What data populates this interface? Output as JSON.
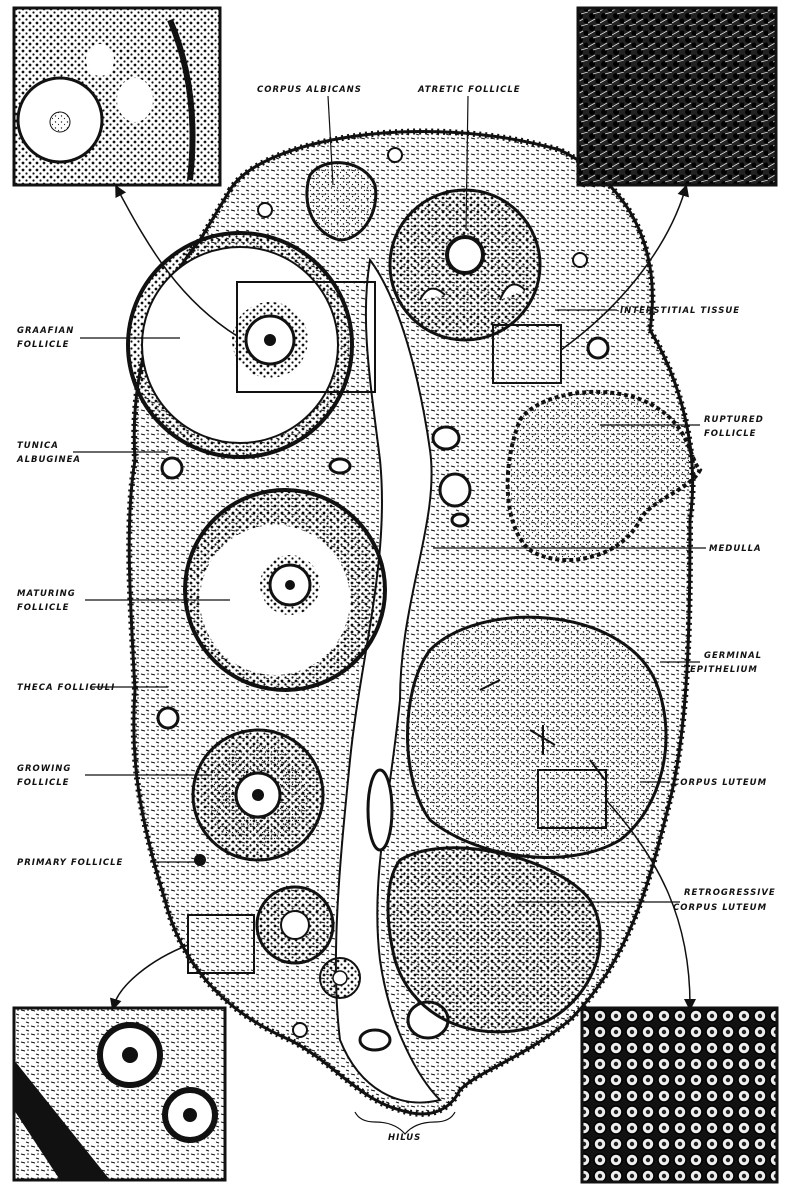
{
  "labels": {
    "corpus_albicans": "CORPUS ALBICANS",
    "atretic_follicle": "ATRETIC FOLLICLE",
    "graafian_follicle": [
      "GRAAFIAN",
      "FOLLICLE"
    ],
    "interstitial_tissue": "INTERSTITIAL TISSUE",
    "tunica_albuginea": [
      "TUNICA",
      "ALBUGINEA"
    ],
    "ruptured_follicle": [
      "RUPTURED",
      "FOLLICLE"
    ],
    "medulla": "MEDULLA",
    "maturing_follicle": [
      "MATURING",
      "FOLLICLE"
    ],
    "germinal_epithelium": [
      "GERMINAL",
      "EPITHELIUM"
    ],
    "theca_folliculi": "THECA FOLLICULI",
    "growing_follicle": [
      "GROWING",
      "FOLLICLE"
    ],
    "corpus_luteum": "CORPUS LUTEUM",
    "primary_follicle": "PRIMARY FOLLICLE",
    "retrogressive_corpus_luteum": [
      "RETROGRESSIVE",
      "CORPUS LUTEUM"
    ],
    "hilus": "HILUS"
  },
  "colors": {
    "ink": "#111111",
    "paper": "#ffffff"
  }
}
